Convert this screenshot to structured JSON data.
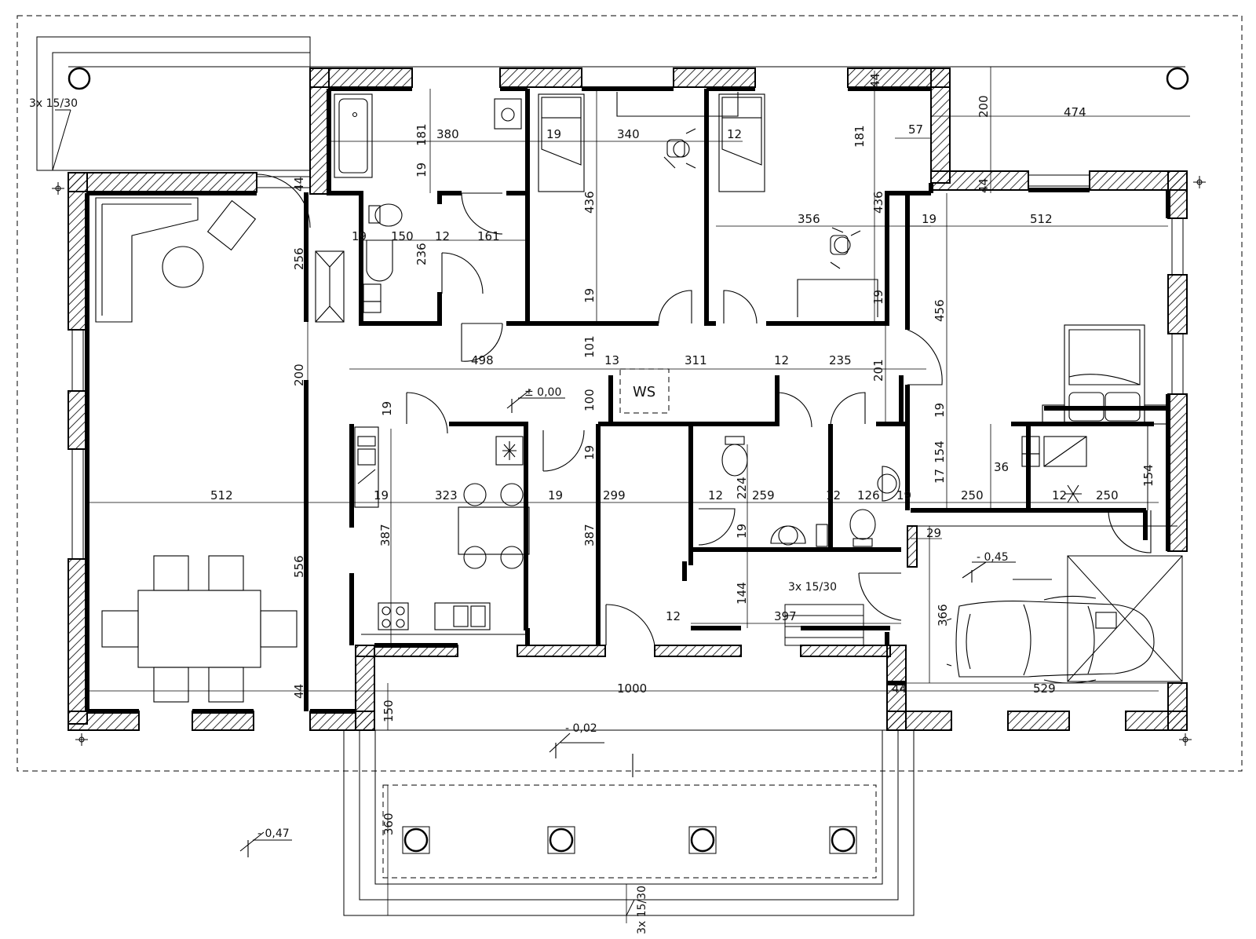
{
  "symbols": {
    "stair_top": "3x 15/30",
    "stair_garage": "3x 15/30",
    "stair_terrace": "3x 15/30",
    "workspace": "WS"
  },
  "levels": {
    "main": "± 0,00",
    "garage": "- 0,45",
    "terrace": "- 0,02",
    "ground": "- 0,47"
  },
  "dims": {
    "d_380": "380",
    "d_19a": "19",
    "d_340": "340",
    "d_12a": "12",
    "d_181a": "181",
    "d_181b": "181",
    "d_57": "57",
    "d_200a": "200",
    "d_474": "474",
    "d_44a": "44",
    "d_44b": "44",
    "d_44c": "44",
    "d_19b": "19",
    "d_436a": "436",
    "d_436b": "436",
    "d_356": "356",
    "d_19c": "19",
    "d_512a": "512",
    "d_19d": "19",
    "d_150a": "150",
    "d_12b": "12",
    "d_161": "161",
    "d_236": "236",
    "d_256": "256",
    "d_19e": "19",
    "d_19f": "19",
    "d_456": "456",
    "d_498": "498",
    "d_101": "101",
    "d_13": "13",
    "d_311": "311",
    "d_12c": "12",
    "d_235": "235",
    "d_201": "201",
    "d_200b": "200",
    "d_100": "100",
    "d_19g": "19",
    "d_19h": "19",
    "d_19i": "19",
    "d_512b": "512",
    "d_19j": "19",
    "d_323": "323",
    "d_19k": "19",
    "d_299": "299",
    "d_12d": "12",
    "d_224": "224",
    "d_259": "259",
    "d_12e": "12",
    "d_126": "126",
    "d_19l": "19",
    "d_17": "17",
    "d_154a": "154",
    "d_250a": "250",
    "d_36": "36",
    "d_12f": "12",
    "d_250b": "250",
    "d_154b": "154",
    "d_19m": "19",
    "d_29": "29",
    "d_387a": "387",
    "d_387b": "387",
    "d_556": "556",
    "d_144": "144",
    "d_12g": "12",
    "d_397": "397",
    "d_366": "366",
    "d_1000": "1000",
    "d_44d": "44",
    "d_529": "529",
    "d_44e": "44",
    "d_150b": "150",
    "d_360": "360"
  }
}
